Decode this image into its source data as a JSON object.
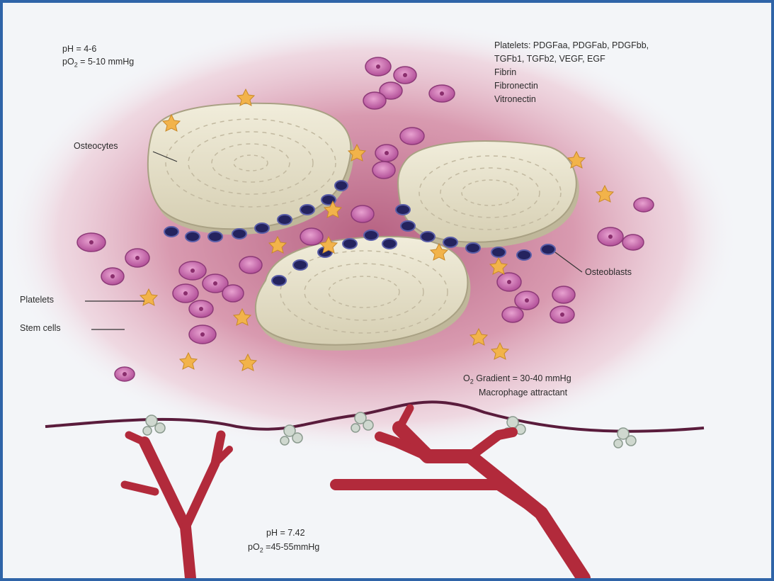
{
  "wound_ph": "pH = 4-6",
  "wound_po2_prefix": "pO",
  "wound_po2_sub": "2",
  "wound_po2_value": " = 5-10 mmHg",
  "factors": [
    "Platelets: PDGFaa, PDGFab, PDGFbb,",
    "TGFb1, TGFb2, VEGF, EGF",
    "Fibrin",
    "Fibronectin",
    "Vitronectin"
  ],
  "label_osteocytes": "Osteocytes",
  "label_platelets": "Platelets",
  "label_stem_cells": "Stem cells",
  "label_osteoblasts": "Osteoblasts",
  "gradient_prefix": "O",
  "gradient_sub": "2",
  "gradient_value": " Gradient = 30-40 mmHg",
  "macrophage_text": "Macrophage attractant",
  "blood_ph": "pH = 7.42",
  "blood_po2_prefix": "pO",
  "blood_po2_sub": "2",
  "blood_po2_value": " =45-55mmHg",
  "colors": {
    "frame_border": "#2f64a8",
    "tissue": "#d48aa3",
    "stem_cell": "#c45fa6",
    "osteoblast": "#24235e",
    "platelet": "#f2b34a",
    "vessel": "#b22a3b",
    "membrane": "#5a1c3c",
    "bone": "#e7e2cc"
  }
}
